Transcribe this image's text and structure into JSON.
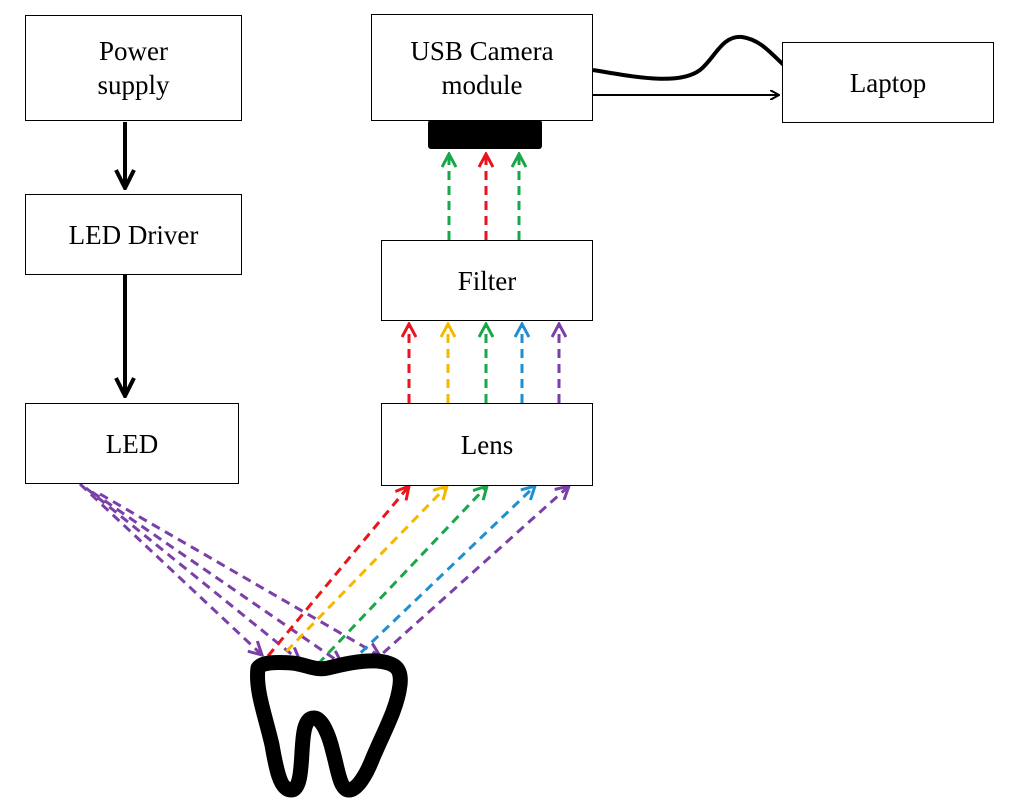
{
  "diagram": {
    "boxes": {
      "power_supply": "Power\nsupply",
      "led_driver": "LED Driver",
      "led": "LED",
      "camera": "USB Camera\nmodule",
      "laptop": "Laptop",
      "filter": "Filter",
      "lens": "Lens"
    },
    "colors": {
      "red": "#e8161c",
      "yellow": "#f5b800",
      "green": "#1aa64a",
      "blue": "#1f8fd0",
      "purple": "#7b3fa8",
      "black": "#000000"
    },
    "icons": [
      "tooth-icon",
      "camera-sensor-icon"
    ]
  }
}
